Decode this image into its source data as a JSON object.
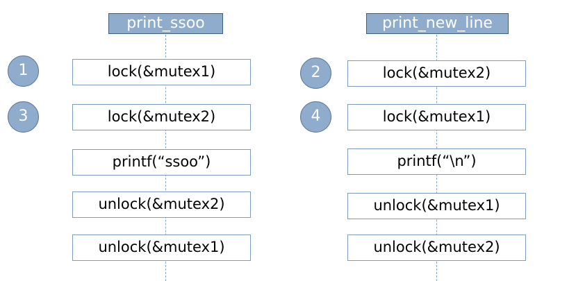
{
  "lanes": [
    {
      "title": "print_ssoo",
      "steps": [
        "lock(&mutex1)",
        "lock(&mutex2)",
        "printf(“ssoo”)",
        "unlock(&mutex2)",
        "unlock(&mutex1)"
      ]
    },
    {
      "title": "print_new_line",
      "steps": [
        "lock(&mutex2)",
        "lock(&mutex1)",
        "printf(“\\n”)",
        "unlock(&mutex1)",
        "unlock(&mutex2)"
      ]
    }
  ],
  "order_badges": [
    "1",
    "2",
    "3",
    "4"
  ],
  "colors": {
    "header_fill": "#8faccc",
    "header_border": "#3f5e80",
    "box_border": "#7d9bbd",
    "lifeline": "#8aa6c4"
  }
}
